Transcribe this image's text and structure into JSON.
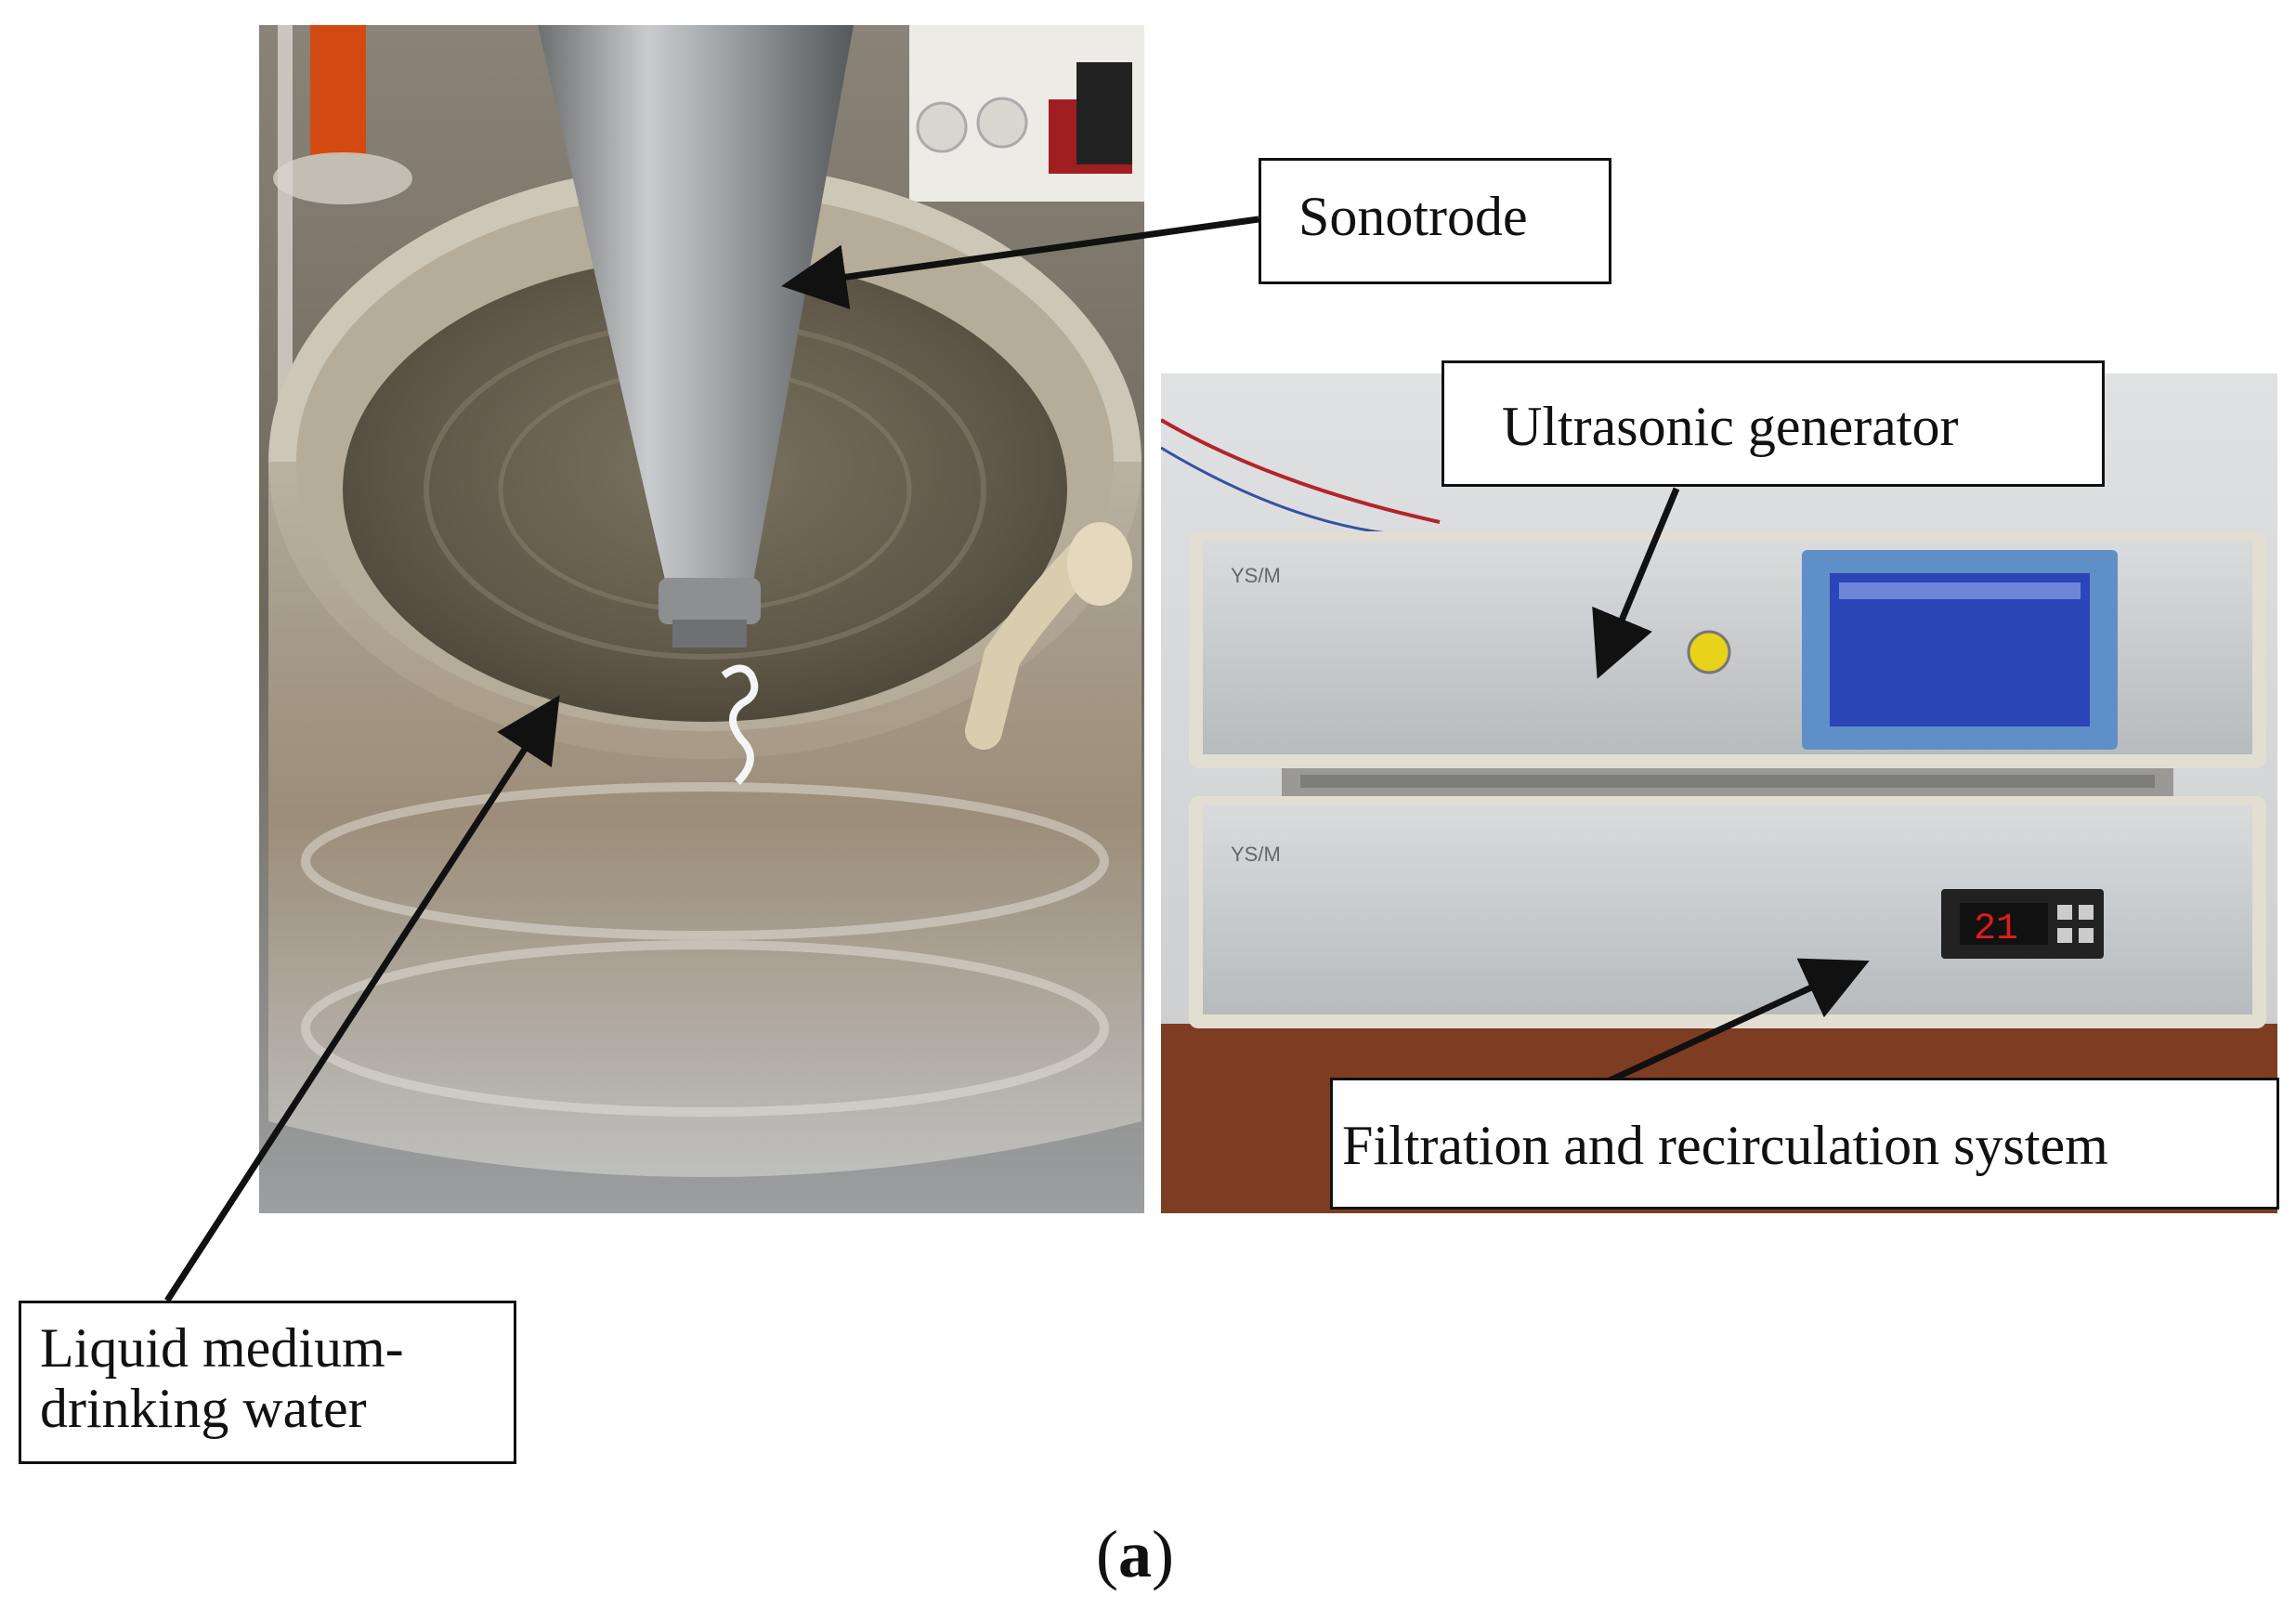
{
  "labels": {
    "sonotrode": "Sonotrode",
    "ultrasonic_generator": "Ultrasonic generator",
    "filtration_system": "Filtration and recirculation system",
    "liquid_medium_line1": "Liquid medium-",
    "liquid_medium_line2": "drinking water"
  },
  "figure_label": {
    "open": "(",
    "letter": "a",
    "close": ")"
  },
  "display": {
    "temperature_readout": "21"
  },
  "colors": {
    "frame": "#111111",
    "generator_screen": "#2c45b8",
    "screen_frame": "#5f8fc7",
    "display_digits": "#e11b1b",
    "button": "#e8d21a",
    "water": "#6f6654"
  },
  "icons": {
    "arrow": "arrow-icon"
  }
}
